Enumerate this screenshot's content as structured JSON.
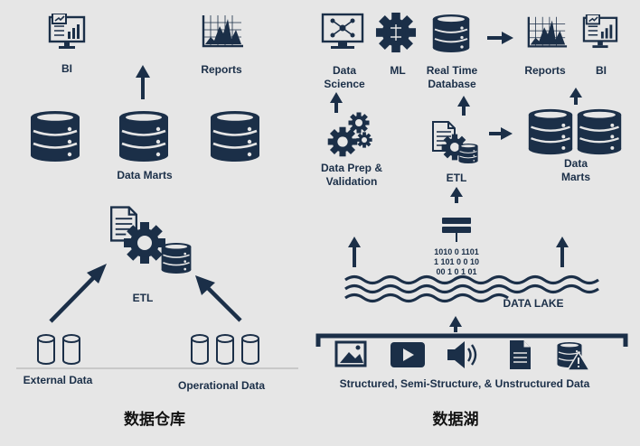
{
  "colors": {
    "navy": "#1b2f48",
    "background": "#e6e6e6",
    "white": "#ffffff"
  },
  "warehouse": {
    "caption": "数据仓库",
    "bi": "BI",
    "reports": "Reports",
    "data_marts": "Data Marts",
    "etl": "ETL",
    "external_data": "External Data",
    "operational_data": "Operational Data"
  },
  "lake": {
    "caption": "数据湖",
    "data_science": [
      "Data",
      "Science"
    ],
    "ml": "ML",
    "real_time_database": [
      "Real Time",
      "Database"
    ],
    "reports": "Reports",
    "bi": "BI",
    "data_prep": [
      "Data Prep &",
      "Validation"
    ],
    "etl": "ETL",
    "data_marts": [
      "Data",
      "Marts"
    ],
    "data_lake": "DATA LAKE",
    "sources": "Structured, Semi-Structure, & Unstructured Data"
  }
}
